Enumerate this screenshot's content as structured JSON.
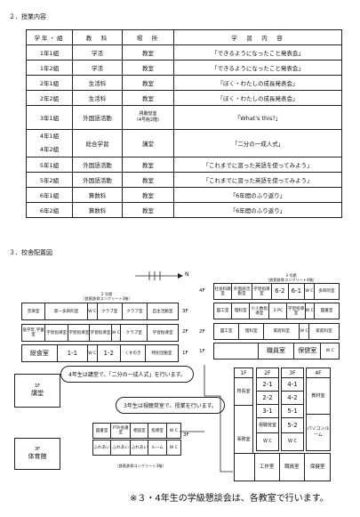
{
  "section2": "２．授業内容",
  "headers": [
    "学年・組",
    "教　科",
    "場　所",
    "学　習　内　容"
  ],
  "rows": [
    {
      "grade": "1年1組",
      "subject": "学活",
      "place": "教室",
      "content": "「できるようになったこと発表会」"
    },
    {
      "grade": "1年2組",
      "subject": "学活",
      "place": "教室",
      "content": "「できるようになったこと発表会」"
    },
    {
      "grade": "2年1組",
      "subject": "生活科",
      "place": "教室",
      "content": "「ぼく・わたしの成長発表会」"
    },
    {
      "grade": "2年2組",
      "subject": "生活科",
      "place": "教室",
      "content": "「ぼく・わたしの成長発表会」"
    },
    {
      "grade": "3年1組",
      "subject": "外国語活動",
      "place": "視聴覚室",
      "place_sub": "（4号館2階）",
      "content": "「What's this?」"
    },
    {
      "grade": "4年1組",
      "grade2": "4年2組",
      "subject": "総合学習",
      "place": "講堂",
      "content": "「二分の一成人式」"
    },
    {
      "grade": "5年1組",
      "subject": "外国語活動",
      "place": "教室",
      "content": "「これまでに習った英語を使ってみよう」"
    },
    {
      "grade": "5年2組",
      "subject": "外国語活動",
      "place": "教室",
      "content": "「これまでに習った英語を使ってみよう」"
    },
    {
      "grade": "6年1組",
      "subject": "算数科",
      "place": "教室",
      "content": "「6年間のふり返り」"
    },
    {
      "grade": "6年2組",
      "subject": "算数科",
      "place": "教室",
      "content": "「6年間のふり返り」"
    }
  ],
  "section3": "３．校舎配置図",
  "map": {
    "north": "N",
    "bldg2_cap": "2 号館",
    "bldg2_sub": "（鉄筋鉄骨コンクリート3階）",
    "bldg3_cap": "3 号館",
    "bldg3_sub": "（鉄筋鉄骨コンクリート4階）",
    "bldg1_sub": "（鉄筋鉄骨コンクリート3階）",
    "floors": [
      "4F",
      "3F",
      "2F",
      "1F",
      "1F",
      "2F",
      "3F",
      "4F"
    ],
    "row2_3f": [
      "音楽室",
      "第一多目的室",
      "W C",
      "クラブ室",
      "クラブ室",
      "自主活動室"
    ],
    "row2_2f": [
      "低学年 学童室",
      "学習指導室",
      "学習指導室",
      "学習指導室",
      "W C",
      "クラブ室",
      "学習指導室"
    ],
    "row2_1f": [
      "総食室",
      "1-1",
      "W C",
      "1-2",
      "くすのき",
      "特別活動室"
    ],
    "row3_4f": [
      "社会科教室",
      "外国語活動室",
      "学習指導室",
      "6-2",
      "6-1",
      "W C",
      "多目的室"
    ],
    "row3_3f": [
      "図工室",
      "理科室",
      "少人数指導室",
      "2-PC",
      "学習指導室",
      "W C",
      "図書室"
    ],
    "row3_2f": [
      "図工室",
      "理科室",
      "家庭科室",
      "W C",
      "家庭科室"
    ],
    "row3_1f": [
      "職員室",
      "保健室",
      "W C"
    ],
    "auditorium_floor": "1F",
    "auditorium": "講堂",
    "gym_floor": "3F",
    "gym": "体育館",
    "callout1": "4年生は講堂で、「二分の一成人式」を行います。",
    "callout2": "3年生は視聴覚室で、授業を行います。",
    "row1_2f": [
      "図書室",
      "PTA会議室",
      "相談室",
      "指導室",
      "W C"
    ],
    "row1_1f": [
      "ふれあい",
      "ふれあい",
      "ふれあい",
      "ルーム",
      "W C"
    ],
    "col1": [
      "1F",
      "校長室",
      "事務室"
    ],
    "col2": [
      "2F",
      "2-1",
      "2-2",
      "3-1",
      "視聴覚室",
      "W C"
    ],
    "col3": [
      "3F",
      "4-1",
      "4-2",
      "5-1",
      "5-2",
      "W C"
    ],
    "col4": [
      "4F",
      "教材室",
      "パソコンルーム"
    ],
    "bottom_cells": [
      "工作室",
      "職員室",
      "保健室"
    ],
    "note": "※３・4年生の学級懇談会は、各教室で行います。"
  }
}
